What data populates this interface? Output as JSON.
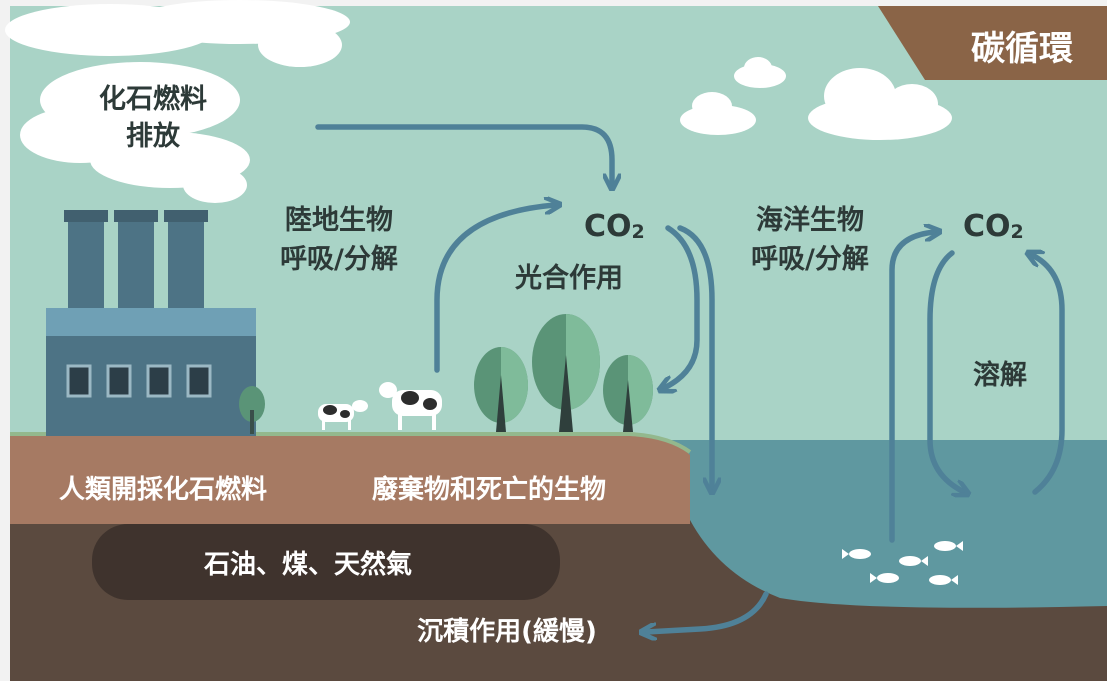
{
  "title": "碳循環",
  "labels": {
    "fossil_fuel_emission": [
      "化石燃料",
      "排放"
    ],
    "land_respiration": [
      "陸地生物",
      "呼吸/分解"
    ],
    "co2_land": {
      "base": "CO",
      "sub": "2"
    },
    "photosynthesis": "光合作用",
    "ocean_respiration": [
      "海洋生物",
      "呼吸/分解"
    ],
    "co2_ocean": {
      "base": "CO",
      "sub": "2"
    },
    "dissolve": "溶解",
    "human_mining": "人類開採化石燃料",
    "waste_dead": "廢棄物和死亡的生物",
    "oil_coal_gas": "石油、煤、天然氣",
    "sedimentation": "沉積作用(緩慢)"
  },
  "colors": {
    "sky": "#a9d3c6",
    "ocean": "#5f98a0",
    "soil_top": "#a67a63",
    "soil_deep": "#5b4a3f",
    "fossil_pocket": "#3f332d",
    "arrow": "#4f8198",
    "factory": "#4d7385",
    "badge": "#8a6447"
  }
}
